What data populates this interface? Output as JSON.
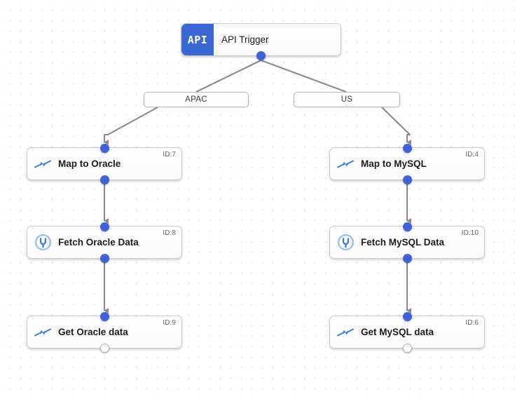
{
  "canvas": {
    "background_color": "#ffffff",
    "grid_dot_color": "#e3e3e3",
    "accent_color": "#3f63d8",
    "edge_color": "#8a8a8a"
  },
  "trigger": {
    "badge_text": "API",
    "title": "API Trigger",
    "badge_color": "#3a67d4"
  },
  "branches": [
    {
      "label": "APAC"
    },
    {
      "label": "US"
    }
  ],
  "nodes": [
    {
      "label": "Map to Oracle",
      "id_label": "ID:7",
      "icon": "map-arrows-icon",
      "branch": "APAC",
      "terminal": false
    },
    {
      "label": "Fetch Oracle Data",
      "id_label": "ID:8",
      "icon": "plug-connector-icon",
      "branch": "APAC",
      "terminal": false
    },
    {
      "label": "Get Oracle data",
      "id_label": "ID:9",
      "icon": "map-arrows-icon",
      "branch": "APAC",
      "terminal": true
    },
    {
      "label": "Map to MySQL",
      "id_label": "ID:4",
      "icon": "map-arrows-icon",
      "branch": "US",
      "terminal": false
    },
    {
      "label": "Fetch MySQL Data",
      "id_label": "ID:10",
      "icon": "plug-connector-icon",
      "branch": "US",
      "terminal": false
    },
    {
      "label": "Get MySQL data",
      "id_label": "ID:6",
      "icon": "map-arrows-icon",
      "branch": "US",
      "terminal": true
    }
  ]
}
